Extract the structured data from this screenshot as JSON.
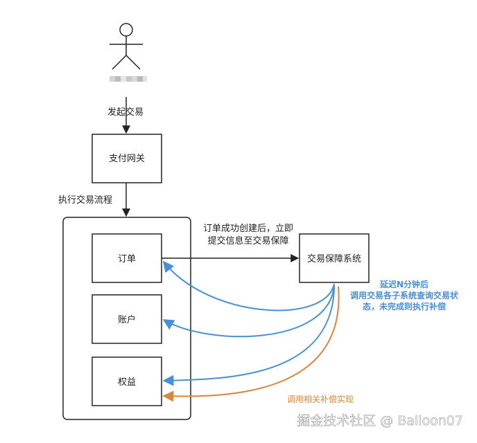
{
  "actor": {
    "name_blurred": ""
  },
  "flows": {
    "initiate": "发起交易",
    "process": "执行交易流程",
    "submit_line1": "订单成功创建后，立即",
    "submit_line2": "提交信息至交易保障",
    "compensate_line1": "延迟N分钟后",
    "compensate_line2": "调用交易各子系统查询交易状",
    "compensate_line3": "态，未完成则执行补偿",
    "invoke": "调用相关补偿实现"
  },
  "nodes": {
    "gateway": "支付网关",
    "order": "订单",
    "account": "账户",
    "rights": "权益",
    "guarantee": "交易保障系统"
  },
  "watermark": "掘金技术社区 @ Balloon07",
  "colors": {
    "blue": "#4a8fd6",
    "orange": "#d9853b",
    "line": "#222222"
  }
}
